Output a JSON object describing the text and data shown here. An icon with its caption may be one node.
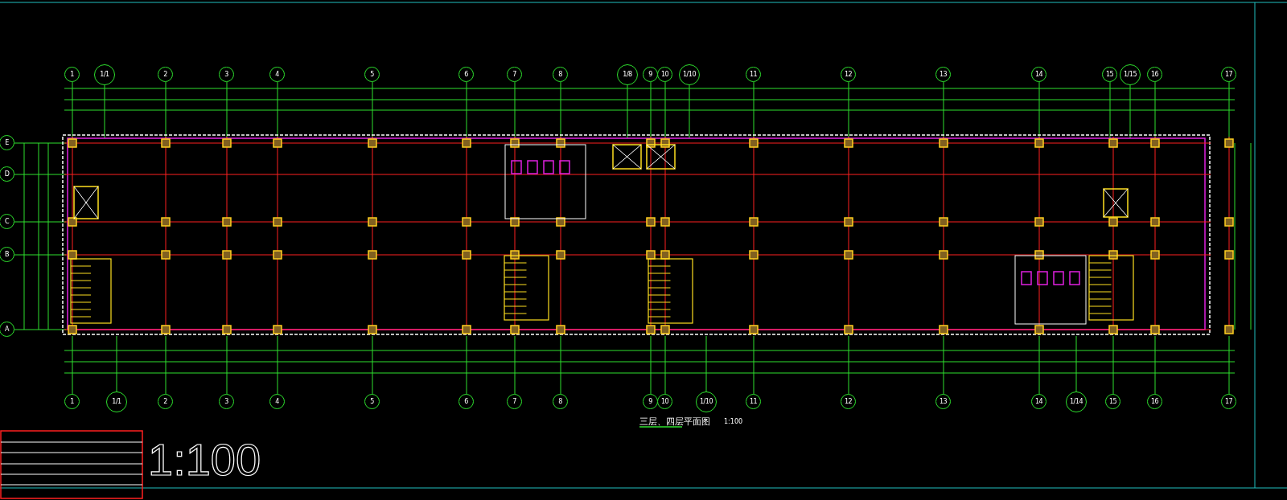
{
  "diagram": {
    "title": "三层、四层平面图",
    "nodes": [
      {
        "text": [
          "1"
        ]
      },
      {
        "text": [
          "1/1"
        ]
      },
      {
        "text": [
          "2"
        ]
      },
      {
        "text": [
          "3"
        ]
      },
      {
        "text": [
          "4"
        ]
      },
      {
        "text": [
          "5"
        ]
      },
      {
        "text": [
          "6"
        ]
      },
      {
        "text": [
          "7"
        ]
      },
      {
        "text": [
          "8"
        ]
      },
      {
        "text": [
          "1/8"
        ]
      },
      {
        "text": [
          "9"
        ]
      },
      {
        "text": [
          "10"
        ]
      },
      {
        "text": [
          "1/10"
        ]
      },
      {
        "text": [
          "11"
        ]
      },
      {
        "text": [
          "12"
        ]
      },
      {
        "text": [
          "13"
        ]
      },
      {
        "text": [
          "14"
        ]
      },
      {
        "text": [
          "15"
        ]
      },
      {
        "text": [
          "1/15"
        ]
      },
      {
        "text": [
          "16"
        ]
      },
      {
        "text": [
          "17"
        ]
      },
      {
        "text": [
          "E"
        ]
      },
      {
        "text": [
          "D"
        ]
      },
      {
        "text": [
          "C"
        ]
      },
      {
        "text": [
          "B"
        ]
      },
      {
        "text": [
          "A"
        ]
      },
      {
        "text": [
          "1"
        ]
      },
      {
        "text": [
          "1/1"
        ]
      },
      {
        "text": [
          "2"
        ]
      },
      {
        "text": [
          "3"
        ]
      },
      {
        "text": [
          "4"
        ]
      },
      {
        "text": [
          "5"
        ]
      },
      {
        "text": [
          "6"
        ]
      },
      {
        "text": [
          "7"
        ]
      },
      {
        "text": [
          "8"
        ]
      },
      {
        "text": [
          "9"
        ]
      },
      {
        "text": [
          "10"
        ]
      },
      {
        "text": [
          "1/10"
        ]
      },
      {
        "text": [
          "11"
        ]
      },
      {
        "text": [
          "12"
        ]
      },
      {
        "text": [
          "13"
        ]
      },
      {
        "text": [
          "14"
        ]
      },
      {
        "text": [
          "1/14"
        ]
      },
      {
        "text": [
          "15"
        ]
      },
      {
        "text": [
          "16"
        ]
      },
      {
        "text": [
          "17"
        ]
      }
    ],
    "edges": [],
    "labels": [
      "1:100",
      "1:100"
    ]
  }
}
